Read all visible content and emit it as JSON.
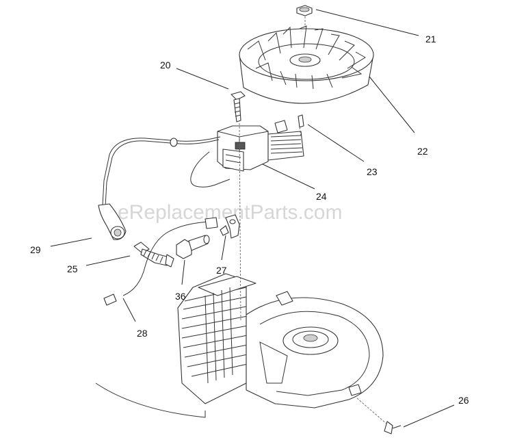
{
  "watermark": "eReplacementParts.com",
  "callouts": {
    "c20": "20",
    "c21": "21",
    "c22": "22",
    "c23": "23",
    "c24": "24",
    "c25": "25",
    "c26": "26",
    "c27": "27",
    "c28": "28",
    "c29": "29",
    "c36": "36"
  }
}
